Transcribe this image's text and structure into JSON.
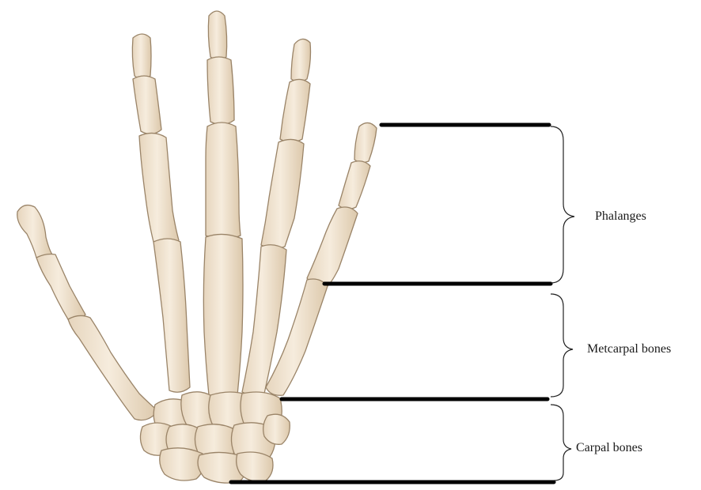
{
  "diagram": {
    "labels": {
      "phalanges": "Phalanges",
      "metacarpal": "Metcarpal bones",
      "carpal": "Carpal bones"
    },
    "colors": {
      "bone_fill": "#f3e7d6",
      "bone_shade": "#d9c5a8",
      "bone_outline": "#9a8468",
      "leader_line": "#000000",
      "brace": "#222222"
    }
  }
}
